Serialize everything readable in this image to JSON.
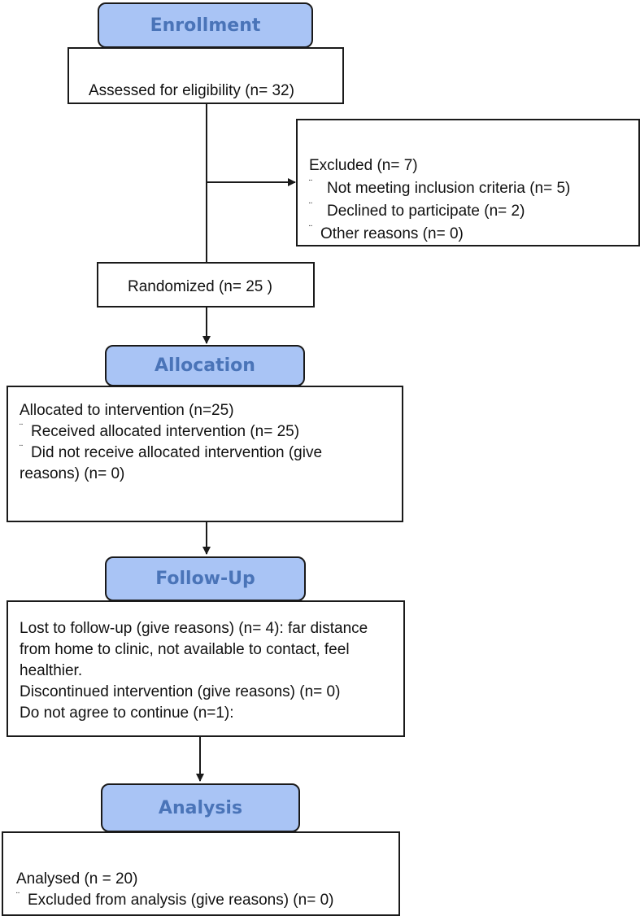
{
  "stages": {
    "enrollment": "Enrollment",
    "allocation": "Allocation",
    "follow_up": "Follow-Up",
    "analysis": "Analysis"
  },
  "bullet_glyph": "¨",
  "assessed": {
    "text": "Assessed for eligibility (n= 32)"
  },
  "excluded": {
    "title": "Excluded  (n= 7)",
    "items": [
      "Not meeting inclusion criteria (n= 5)",
      "Declined to participate (n= 2)",
      "Other reasons (n= 0)"
    ]
  },
  "randomized": {
    "text": "Randomized (n= 25 )"
  },
  "allocated": {
    "title": "Allocated to intervention (n=25)",
    "items": [
      "Received allocated intervention (n= 25)",
      "Did not receive allocated intervention (give reasons) (n= 0)"
    ]
  },
  "followup": {
    "lines": [
      "Lost to follow-up (give reasons) (n= 4): far distance from home to clinic, not available to contact, feel healthier.",
      "Discontinued intervention (give reasons) (n= 0)",
      "Do not agree to continue (n=1):"
    ]
  },
  "analysed": {
    "title": "Analysed (n = 20)",
    "items": [
      "Excluded from analysis (give reasons) (n= 0)"
    ]
  },
  "colors": {
    "stage_fill": "#a9c4f5",
    "stage_text": "#4a74b8",
    "border": "#1a1a1a"
  }
}
